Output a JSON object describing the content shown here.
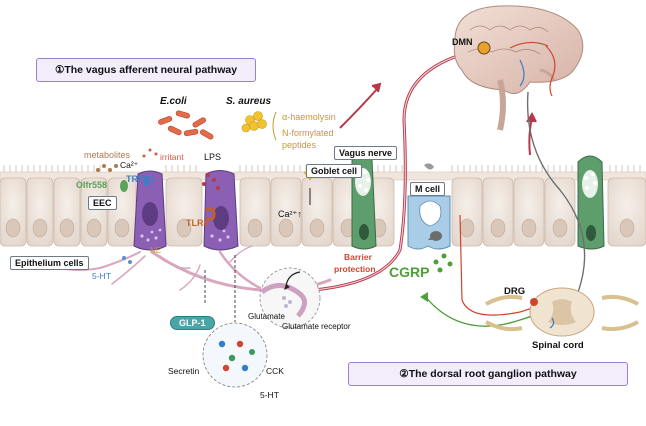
{
  "pathways": {
    "vagus_afferent": "①The vagus afferent neural pathway",
    "dorsal_root_ganglion": "②The dorsal root ganglion pathway"
  },
  "bacteria": {
    "ecoli": "E.coli",
    "saureus": "S. aureus"
  },
  "toxins": {
    "haemolysin": "α-haemolysin",
    "formylated_line1": "N-formylated",
    "formylated_line2": "peptides"
  },
  "labels": {
    "metabolites": "metabolites",
    "calcium": "Ca²⁺",
    "irritant": "irritant",
    "lps": "LPS",
    "olfr558": "Olfr558",
    "trpa1": "TRPA1",
    "eec": "EEC",
    "tlr4": "TLR4",
    "ne": "NE",
    "epithelium_cells": "Epithelium cells",
    "serotonin": "5-HT",
    "glp1": "GLP-1",
    "glutamate": "Glutamate",
    "glutamate_receptor": "Glutamate receptor",
    "secretin": "Secretin",
    "cck": "CCK",
    "serotonin_bottom": "5-HT",
    "goblet_cell": "Goblet cell",
    "calcium_up": "Ca²⁺↑",
    "vagus_nerve": "Vagus nerve",
    "barrier_line1": "Barrier",
    "barrier_line2": "protection",
    "m_cell": "M cell",
    "cgrp": "CGRP",
    "dmn": "DMN",
    "drg": "DRG",
    "spinal_cord": "Spinal cord"
  },
  "colors": {
    "banner_fill": "#f2ecfb",
    "banner_border": "#9a80c8",
    "eec_purple": "#7a4fa3",
    "nerve_pink": "#d9a6c0",
    "vagus_red": "#b5394a",
    "cgrp_green": "#4e9e3a",
    "bacteria_orange": "#d25a3c",
    "toxin_gold": "#c79a2e",
    "trpa1_blue": "#3f7ec7",
    "tlr4_orange": "#c0612c",
    "epithelium_fill": "#efe8e2",
    "glp1_teal": "#4aa6a6"
  }
}
